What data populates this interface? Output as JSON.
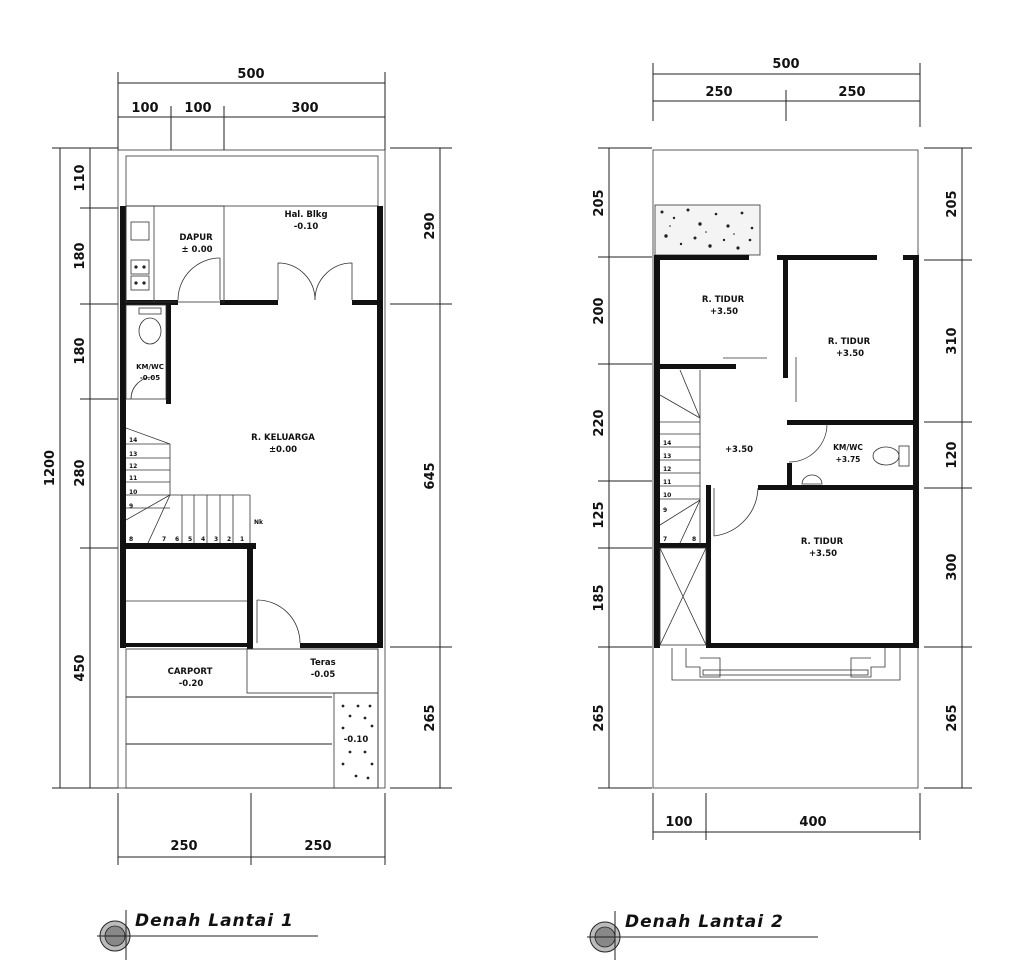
{
  "plans": [
    {
      "title": "Denah Lantai 1",
      "top_dims": {
        "total": "500",
        "segments": [
          "100",
          "100",
          "300"
        ]
      },
      "bottom_dims": {
        "segments": [
          "250",
          "250"
        ]
      },
      "left_dims": {
        "total": "1200",
        "segments": [
          "110",
          "180",
          "180",
          "280",
          "450"
        ]
      },
      "right_dims": {
        "segments": [
          "290",
          "645",
          "265"
        ]
      },
      "rooms": [
        {
          "name": "DAPUR",
          "level": "± 0.00"
        },
        {
          "name": "Hal. Blkg",
          "level": "-0.10"
        },
        {
          "name": "KM/WC",
          "level": "-0.05"
        },
        {
          "name": "R. KELUARGA",
          "level": "±0.00"
        },
        {
          "name": "CARPORT",
          "level": "-0.20"
        },
        {
          "name": "Teras",
          "level": "-0.05"
        },
        {
          "name": "",
          "level": "-0.10"
        }
      ],
      "stair_steps": [
        "1",
        "2",
        "3",
        "4",
        "5",
        "6",
        "7",
        "8",
        "9",
        "10",
        "11",
        "12",
        "13",
        "14"
      ],
      "stair_up_label": "Nk"
    },
    {
      "title": "Denah Lantai 2",
      "top_dims": {
        "total": "500",
        "segments": [
          "250",
          "250"
        ]
      },
      "bottom_dims": {
        "segments": [
          "100",
          "400"
        ]
      },
      "left_dims": {
        "segments": [
          "205",
          "200",
          "220",
          "125",
          "185",
          "265"
        ]
      },
      "right_dims": {
        "segments": [
          "205",
          "310",
          "120",
          "300",
          "265"
        ]
      },
      "rooms": [
        {
          "name": "R. TIDUR",
          "level": "+3.50"
        },
        {
          "name": "R. TIDUR",
          "level": "+3.50"
        },
        {
          "name": "",
          "level": "+3.50"
        },
        {
          "name": "KM/WC",
          "level": "+3.75"
        },
        {
          "name": "R. TIDUR",
          "level": "+3.50"
        }
      ],
      "stair_steps": [
        "7",
        "8",
        "9",
        "10",
        "11",
        "12",
        "13",
        "14"
      ]
    }
  ]
}
